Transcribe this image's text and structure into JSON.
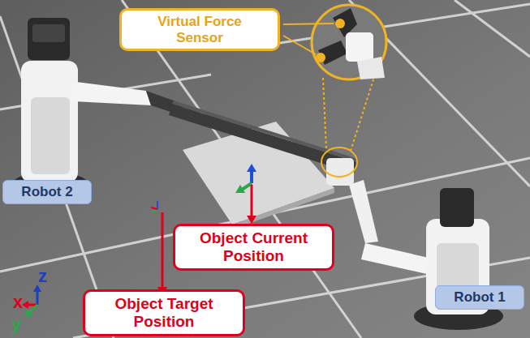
{
  "diagram": {
    "nodes": [
      {
        "text": [
          "Virtual Force Sensor"
        ]
      },
      {
        "text": [
          "Robot 2"
        ]
      },
      {
        "text": [
          "Object Current Position"
        ]
      },
      {
        "text": [
          "Robot 1"
        ]
      },
      {
        "text": [
          "Object Target Position"
        ]
      }
    ],
    "labels": [
      "z",
      "x",
      "y"
    ]
  }
}
